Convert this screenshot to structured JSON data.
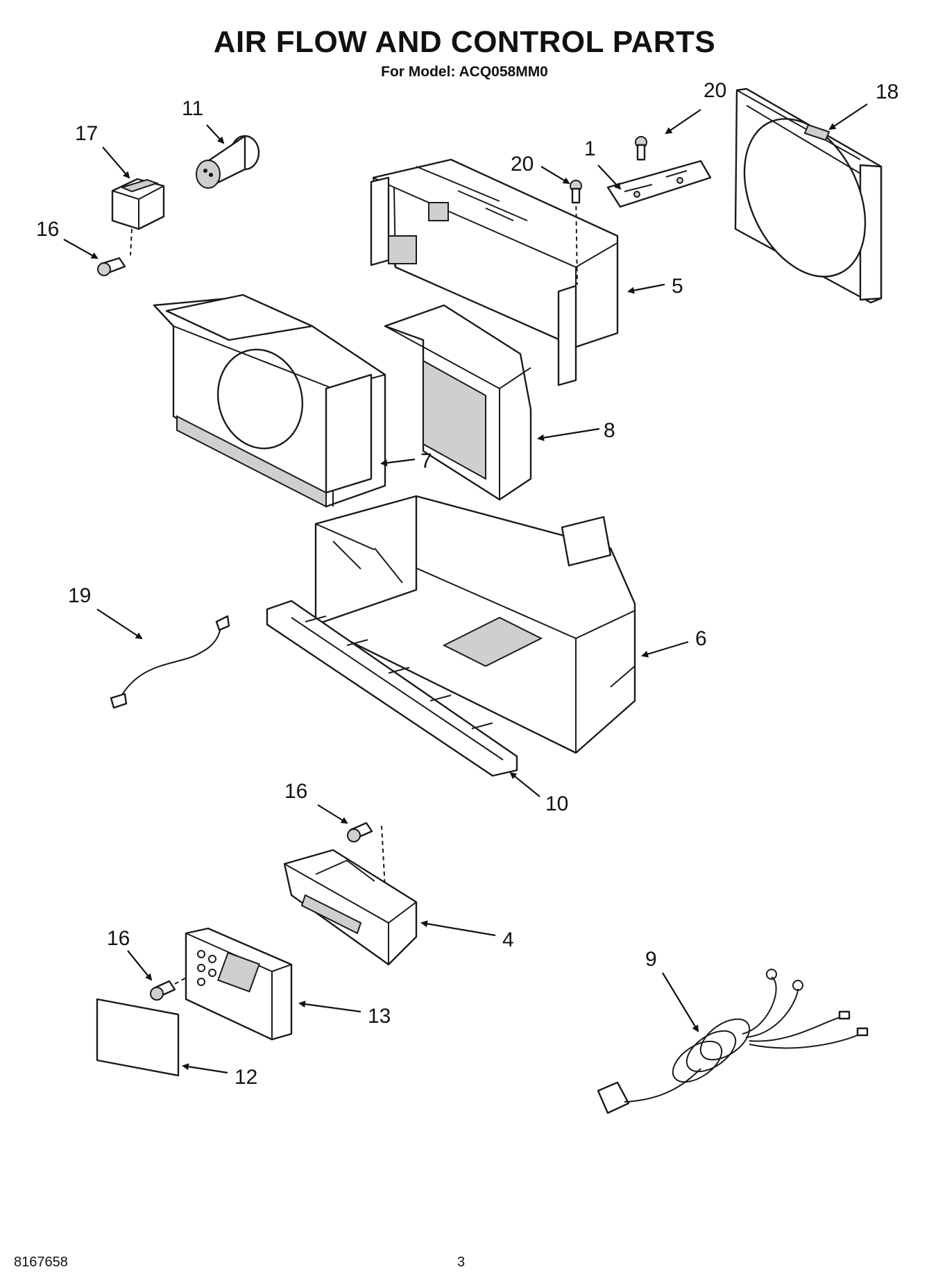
{
  "header": {
    "title": "AIR FLOW AND CONTROL PARTS",
    "subtitle": "For Model: ACQ058MM0"
  },
  "callouts": {
    "c1": "1",
    "c4": "4",
    "c5": "5",
    "c6": "6",
    "c7": "7",
    "c8": "8",
    "c9": "9",
    "c10": "10",
    "c11": "11",
    "c12": "12",
    "c13": "13",
    "c16a": "16",
    "c16b": "16",
    "c16c": "16",
    "c17": "17",
    "c18": "18",
    "c19": "19",
    "c20a": "20",
    "c20b": "20"
  },
  "footer": {
    "doc_number": "8167658",
    "page_number": "3"
  }
}
